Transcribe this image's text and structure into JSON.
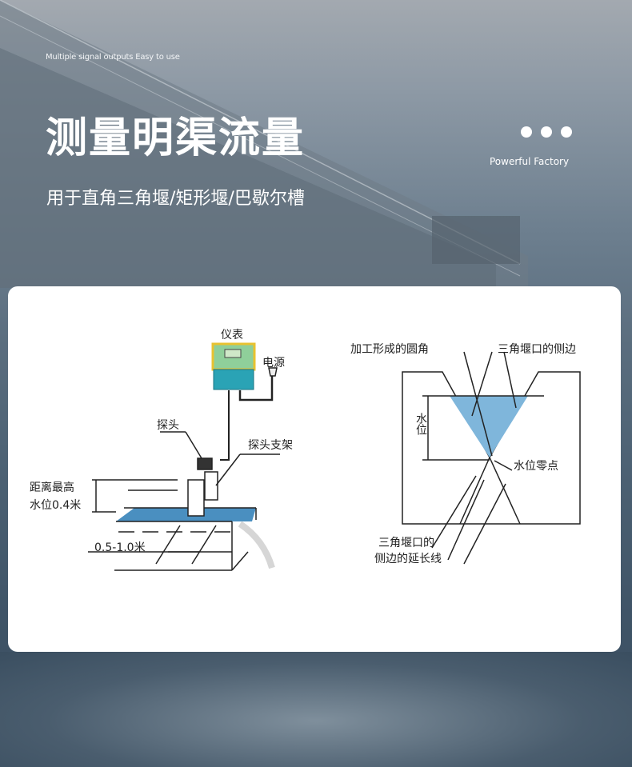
{
  "header": {
    "tagline_en": "Multiple signal outputs Easy to use",
    "title": "测量明渠流量",
    "subtitle": "用于直角三角堰/矩形堰/巴歇尔槽",
    "badge": "Powerful Factory"
  },
  "left_diagram": {
    "meter": "仪表",
    "power": "电源",
    "probe": "探头",
    "probe_bracket": "探头支架",
    "distance_line1": "距离最高",
    "distance_line2": "水位0.4米",
    "span": "0.5-1.0米"
  },
  "right_diagram": {
    "rounded_corner": "加工形成的圆角",
    "weir_side": "三角堰口的侧边",
    "water_level": "水位",
    "zero_point": "水位零点",
    "ext_line1": "三角堰口的",
    "ext_line2": "侧边的延长线"
  },
  "colors": {
    "water": "#4a8fc0",
    "meter_top": "#8fcf9a",
    "meter_bottom": "#2aa3b5",
    "meter_frame": "#e8c230"
  }
}
